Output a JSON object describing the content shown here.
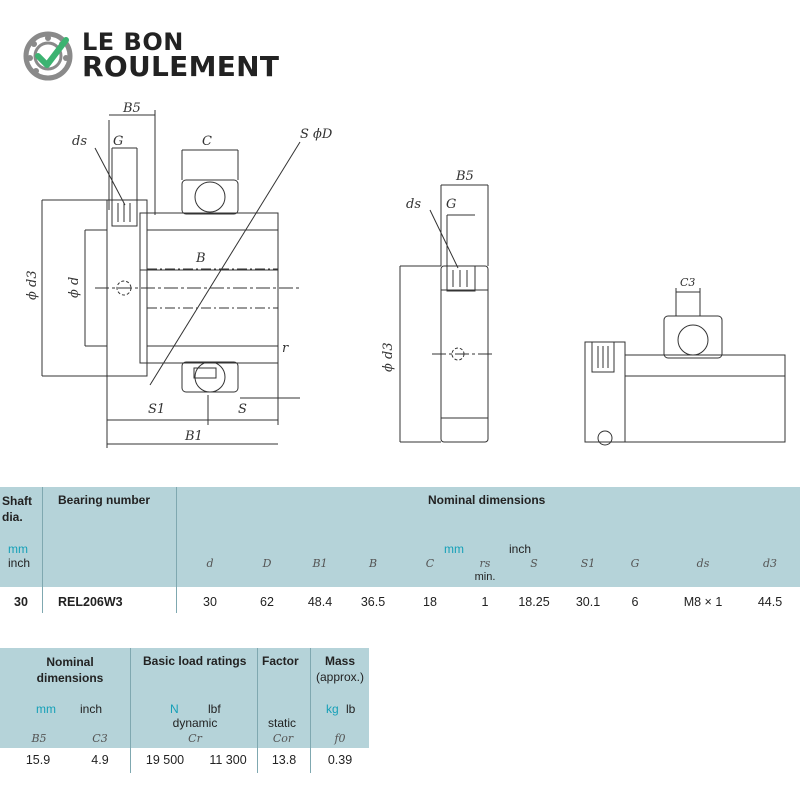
{
  "logo": {
    "line1": "LE BON",
    "line2": "ROULEMENT"
  },
  "drawing": {
    "labels": {
      "B5": "B5",
      "ds": "ds",
      "G": "G",
      "C": "C",
      "SphiD": "S ϕD",
      "phid3": "ϕ d3",
      "phid": "ϕ d",
      "B": "B",
      "r": "r",
      "S1": "S1",
      "S": "S",
      "B1": "B1",
      "C3": "C3"
    }
  },
  "table1": {
    "col_shaft": "Shaft dia.",
    "col_bearing": "Bearing number",
    "nominal_dimensions": "Nominal dimensions",
    "unit_mm": "mm",
    "unit_inch": "inch",
    "symbols": [
      "d",
      "D",
      "B1",
      "B",
      "C",
      "rs",
      "S",
      "S1",
      "G",
      "ds",
      "d3"
    ],
    "rs_min": "min.",
    "row": {
      "shaft": "30",
      "bearing": "REL206W3",
      "values": [
        "30",
        "62",
        "48.4",
        "36.5",
        "18",
        "1",
        "18.25",
        "30.1",
        "6",
        "M8 × 1",
        "44.5"
      ]
    }
  },
  "table2": {
    "col_nominal": "Nominal dimensions",
    "col_load": "Basic load ratings",
    "col_factor": "Factor",
    "col_mass": "Mass",
    "mass_approx": "(approx.)",
    "unit_mm": "mm",
    "unit_inch": "inch",
    "unit_N": "N",
    "unit_lbf": "lbf",
    "dynamic": "dynamic",
    "static": "static",
    "unit_kg": "kg",
    "unit_lb": "lb",
    "symbols": [
      "B5",
      "C3",
      "Cr",
      "Cor",
      "f0"
    ],
    "values": [
      "15.9",
      "4.9",
      "19 500",
      "11 300",
      "13.8",
      "0.39"
    ]
  },
  "colors": {
    "band": "#b5d3d9",
    "accent": "#16a0b8",
    "logo_green": "#3cb371"
  }
}
